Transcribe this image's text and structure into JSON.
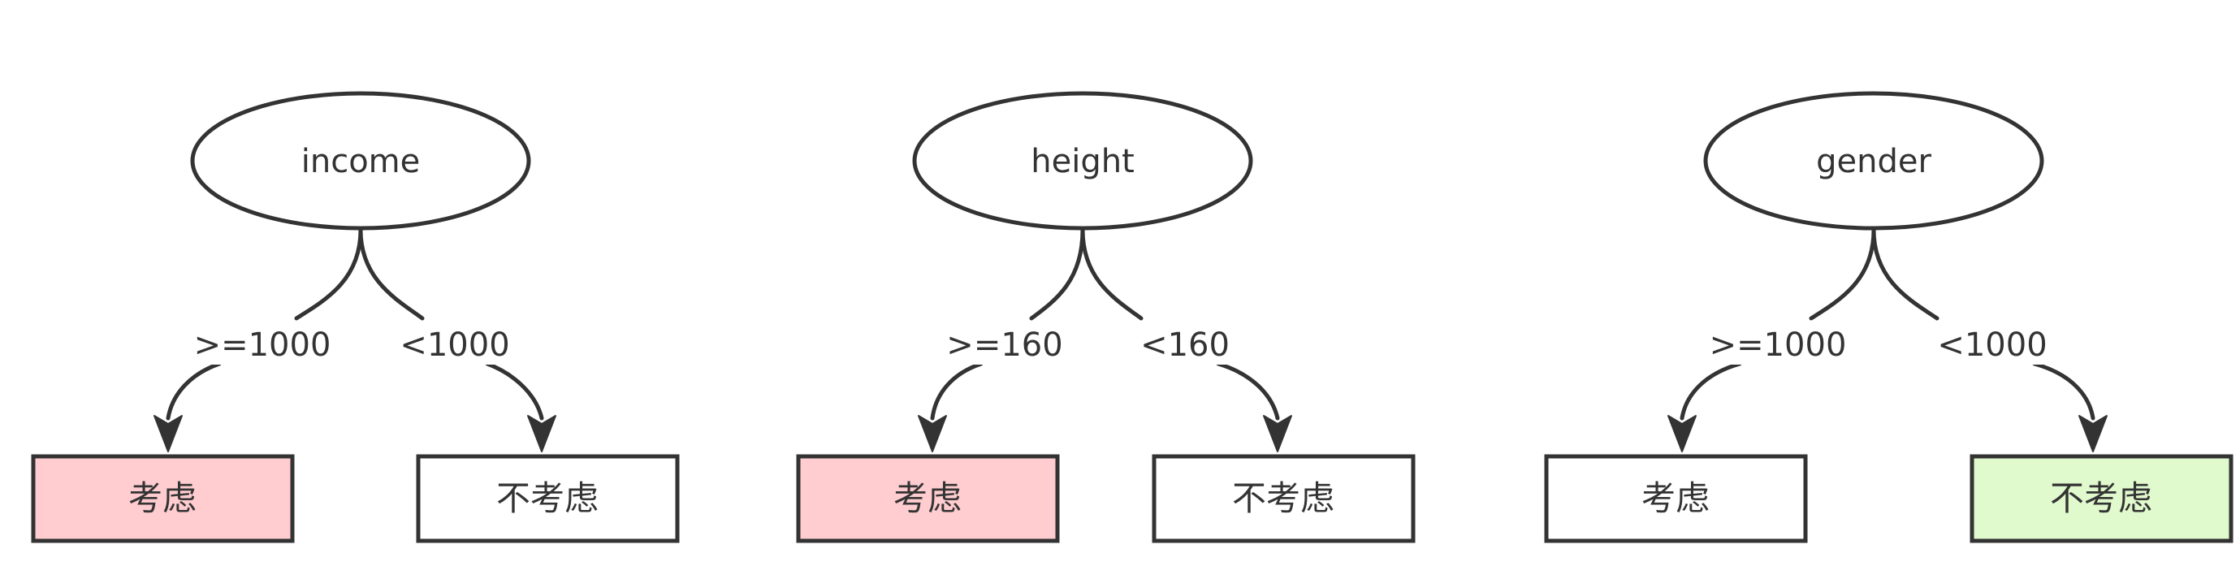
{
  "colors": {
    "stroke": "#333333",
    "positive_fill": "#ffccd0",
    "negative_fill": "#e0f9cd",
    "plain_fill": "#ffffff"
  },
  "trees": [
    {
      "root": "income",
      "left_edge": ">=1000",
      "right_edge": "<1000",
      "left_leaf": {
        "label": "考虑",
        "highlight": "positive"
      },
      "right_leaf": {
        "label": "不考虑",
        "highlight": "none"
      }
    },
    {
      "root": "height",
      "left_edge": ">=160",
      "right_edge": "<160",
      "left_leaf": {
        "label": "考虑",
        "highlight": "positive"
      },
      "right_leaf": {
        "label": "不考虑",
        "highlight": "none"
      }
    },
    {
      "root": "gender",
      "left_edge": ">=1000",
      "right_edge": "<1000",
      "left_leaf": {
        "label": "考虑",
        "highlight": "none"
      },
      "right_leaf": {
        "label": "不考虑",
        "highlight": "negative"
      }
    }
  ]
}
